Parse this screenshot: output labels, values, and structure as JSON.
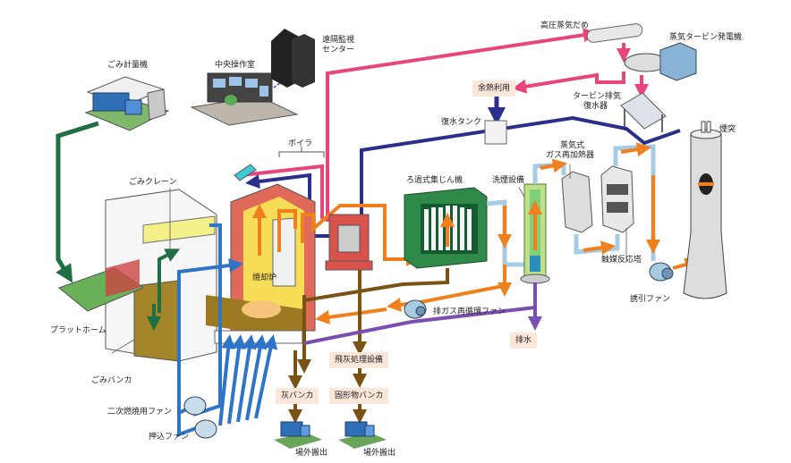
{
  "title": "ごみ焼却発電施設 フロー図",
  "colors": {
    "steam": "#e8457a",
    "water": "#2a2f8c",
    "gas": "#f07f1e",
    "duct": "#a6cbe3",
    "air": "#2e74c9",
    "waste": "#1f6e44",
    "ash": "#7a5214",
    "drain": "#7b4fb0",
    "box_bg": "#fbe6da"
  },
  "labels": {
    "scale": "ごみ計量機",
    "control_room": "中央操作室",
    "remote_center_1": "遠隔監視",
    "remote_center_2": "センター",
    "hp_header": "高圧蒸気だめ",
    "turbine": "蒸気タービン発電機",
    "waste_heat": "余熱利用",
    "condenser_1": "タービン排気",
    "condenser_2": "復水器",
    "condensate_tank": "復水タンク",
    "stack": "煙突",
    "boiler": "ボイラ",
    "crane": "ごみクレーン",
    "bag_filter": "ろ過式集じん機",
    "scrubber": "洗煙設備",
    "reheater_1": "蒸気式",
    "reheater_2": "ガス再加熱器",
    "catalyst": "触媒反応塔",
    "induced_fan": "誘引ファン",
    "incinerator": "焼却炉",
    "platform": "プラットホーム",
    "pit": "ごみバンカ",
    "recirc_fan": "排ガス再循環ファン",
    "drain": "排水",
    "fly_ash": "飛灰処理設備",
    "ash_bunker": "灰バンカ",
    "solid_bunker": "固形物バンカ",
    "secondary_fan": "二次燃焼用ファン",
    "forced_fan": "押込ファン",
    "offsite_1": "場外搬出",
    "offsite_2": "場外搬出"
  }
}
